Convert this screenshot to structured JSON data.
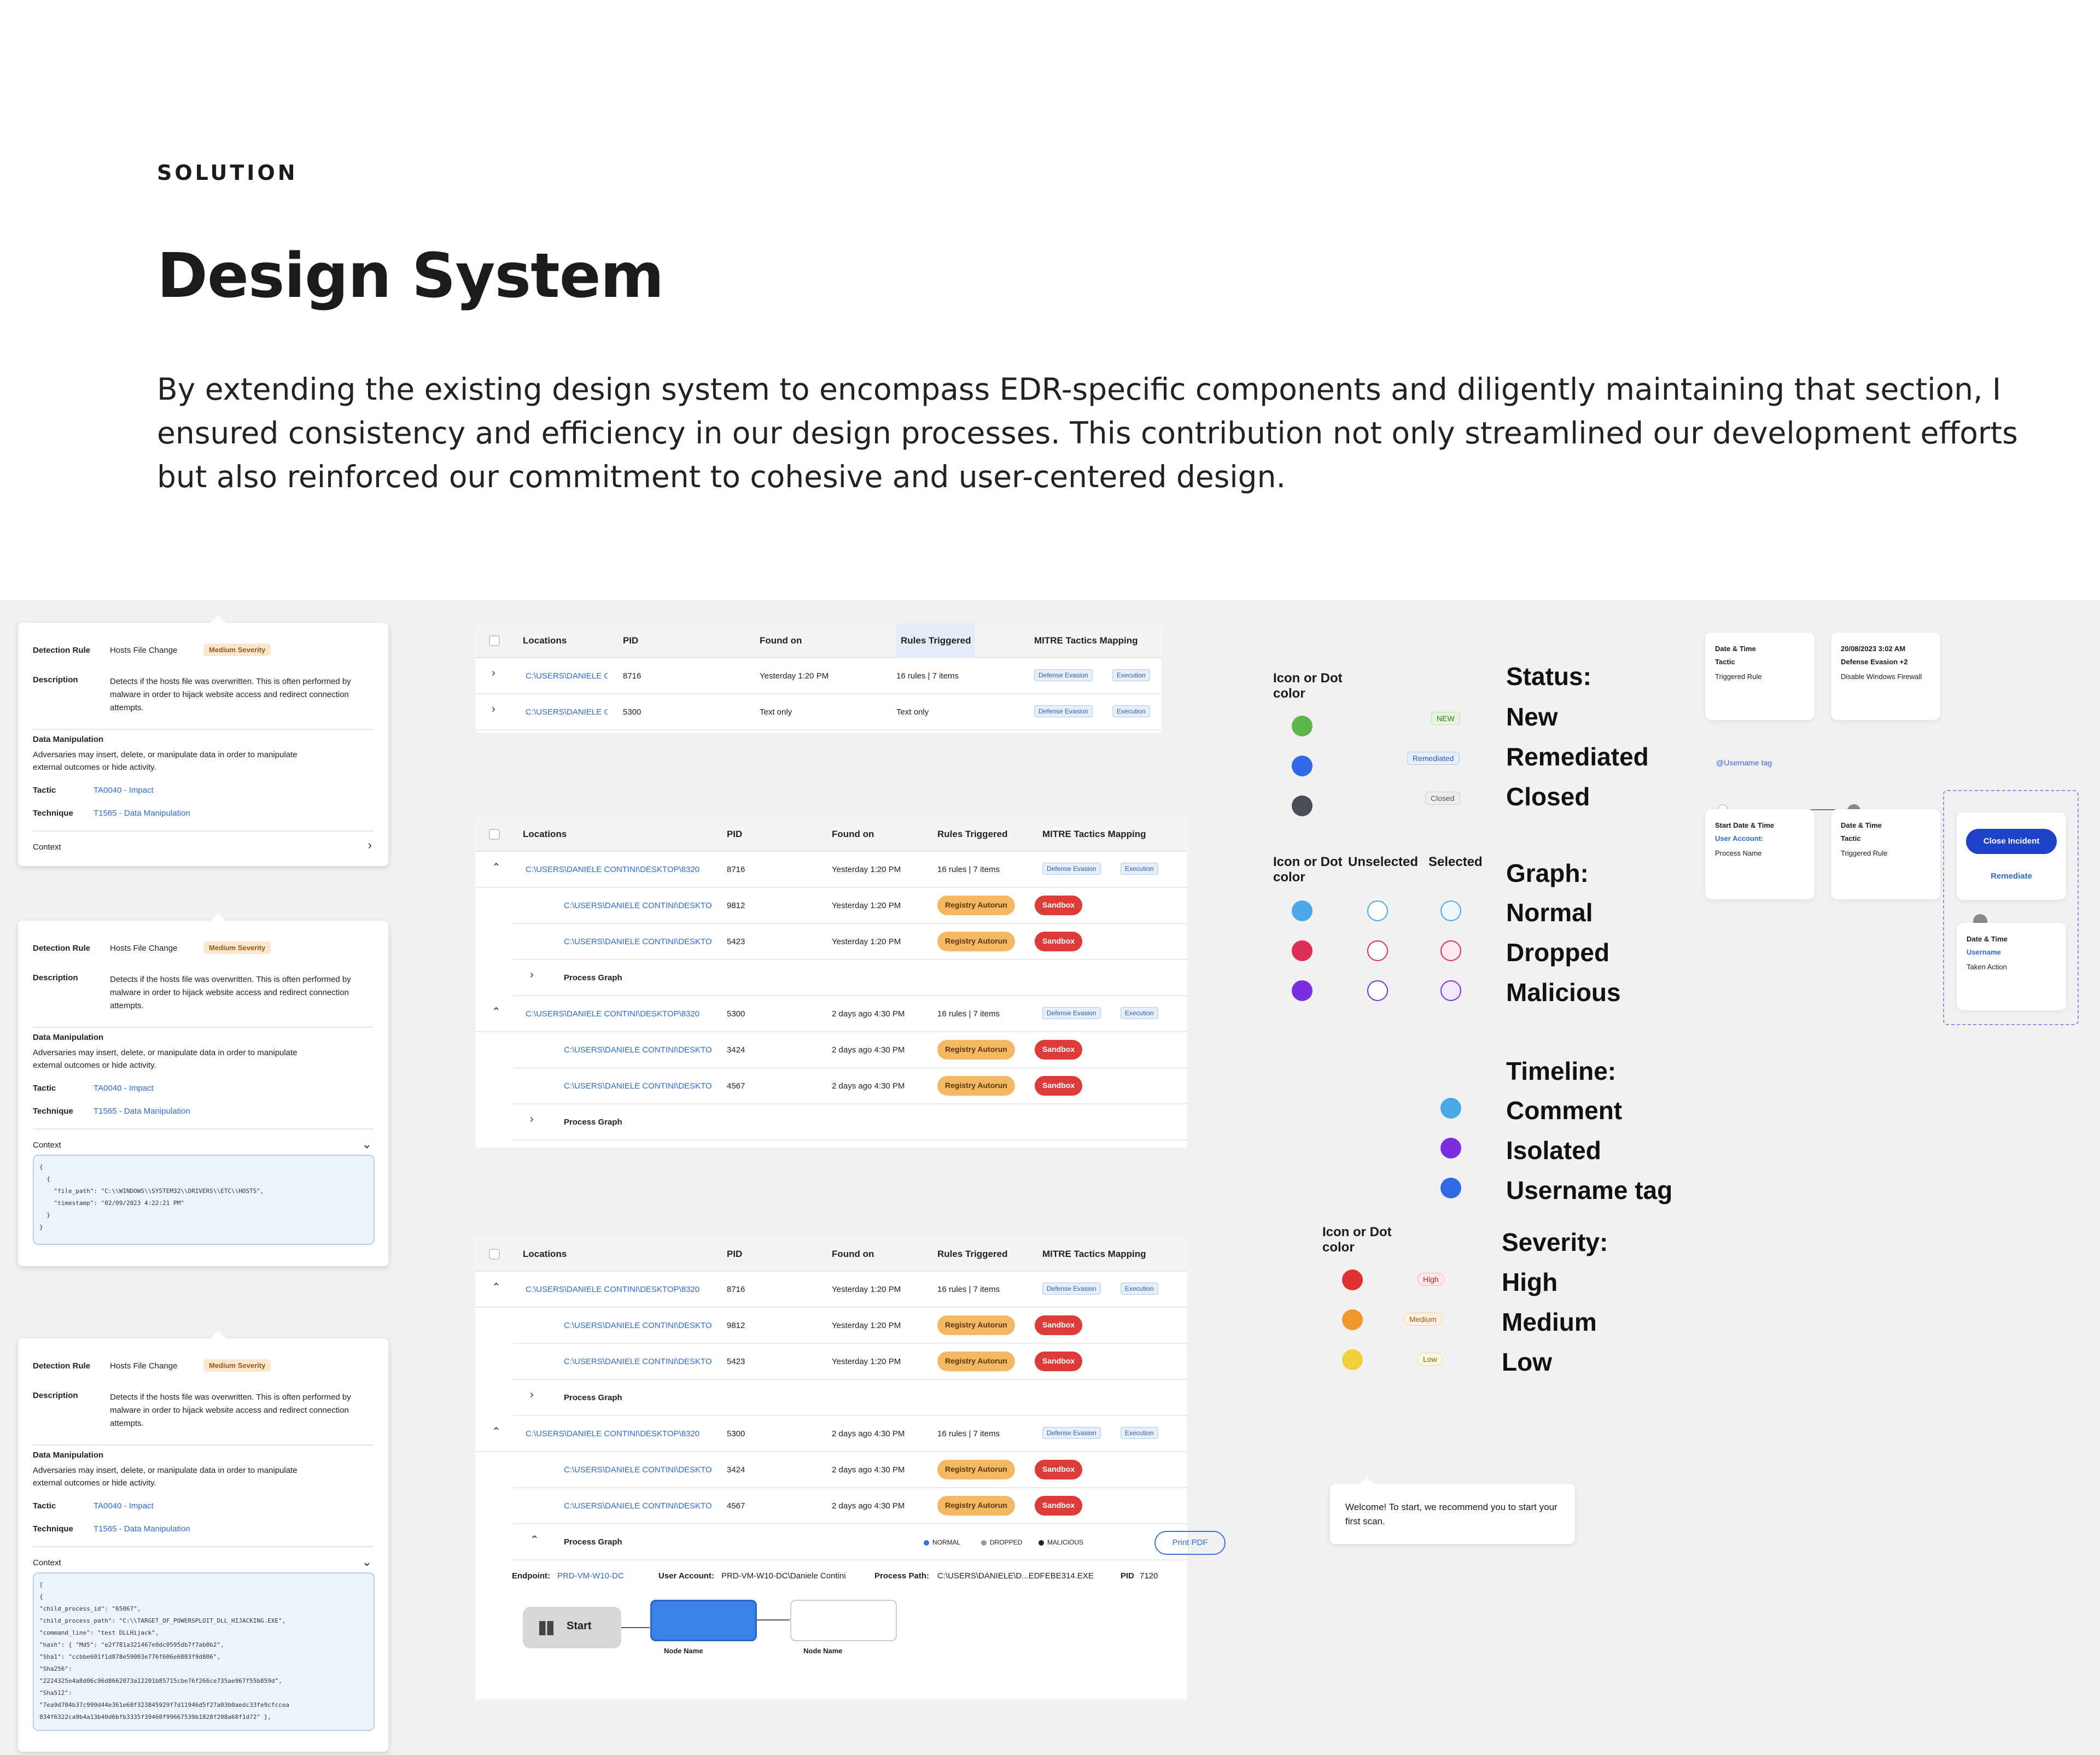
{
  "header": {
    "eyebrow": "SOLUTION",
    "title": "Design System",
    "lead": "By extending the existing design system to encompass EDR-specific components and diligently maintaining that section, I ensured consistency and efficiency in our design processes. This contribution not only streamlined our development efforts but also reinforced our commitment to cohesive and user-centered design."
  },
  "card": {
    "rule_label": "Detection Rule",
    "rule_value": "Hosts File Change",
    "severity": "Medium Severity",
    "desc_label": "Description",
    "desc": "Detects if the hosts file was overwritten. This is often performed by malware in order to hijack website access and redirect connection attempts.",
    "dm_title": "Data Manipulation",
    "dm_text": "Adversaries may insert, delete, or manipulate data in order to manipulate external outcomes or hide activity.",
    "tactic_label": "Tactic",
    "tactic": "TA0040 - Impact",
    "technique_label": "Technique",
    "technique": "T1565 - Data Manipulation",
    "context_label": "Context"
  },
  "code1": "{\n  {\n    \"file_path\": \"C:\\\\WINDOWS\\\\SYSTEM32\\\\DRIVERS\\\\ETC\\\\HOSTS\",\n    \"timestamp\": \"02/09/2023 4:22:21 PM\"\n  }\n}",
  "code2": "[\n{\n\"child_process_id\": \"65067\",\n\"child_process_path\": \"C:\\\\TARGET_OF_POWERSPLOIT_DLL_HIJACKING.EXE\",\n\"command_line\": \"test DLLHijack\",\n\"hash\": { \"Md5\": \"e2f781a321467e0dc0595db7f7ab0b2\",\n\"Sha1\": \"ccbbe601f1d878e59003e776f606e6803f9d806\",\n\"Sha256\":\n\"2224325e4a8d06c96d8662073a12201b85715cbe76f266ce735ae967f55b859d\",\n\"Sha512\":\n\"7ea9d704b37c999d44e361e68f323845929f7d11946d5f27a03b0aedc33fe9cfccea\n834f6322ca9b4a13b40d6bfb3335f39460f99667539b1828f208a68f1d72\" },",
  "table": {
    "headers": {
      "loc": "Locations",
      "pid": "PID",
      "found": "Found on",
      "rules": "Rules Triggered",
      "mitre": "MITRE Tactics Mapping"
    },
    "t1rows": [
      {
        "loc": "C:\\USERS\\DANIELE C",
        "pid": "8716",
        "found": "Yesterday 1:20 PM",
        "rules": "16 rules | 7 items"
      },
      {
        "loc": "C:\\USERS\\DANIELE C",
        "pid": "5300",
        "found": "Text only",
        "rules": "Text only"
      }
    ],
    "tag1": "Defense Evasion",
    "tag2": "Execution",
    "parent1": {
      "loc": "C:\\USERS\\DANIELE CONTINI\\DESKTOP\\8320",
      "pid": "8716",
      "found": "Yesterday 1:20 PM",
      "rules": "16 rules | 7 items"
    },
    "children1": [
      {
        "loc": "C:\\USERS\\DANIELE CONTINI\\DESKTO",
        "pid": "9812",
        "found": "Yesterday 1:20 PM"
      },
      {
        "loc": "C:\\USERS\\DANIELE CONTINI\\DESKTO",
        "pid": "5423",
        "found": "Yesterday 1:20 PM"
      }
    ],
    "parent2": {
      "loc": "C:\\USERS\\DANIELE CONTINI\\DESKTOP\\8320",
      "pid": "5300",
      "found": "2 days ago 4:30 PM",
      "rules": "16 rules | 7 items"
    },
    "children2": [
      {
        "loc": "C:\\USERS\\DANIELE CONTINI\\DESKTO",
        "pid": "3424",
        "found": "2 days ago 4:30 PM"
      },
      {
        "loc": "C:\\USERS\\DANIELE CONTINI\\DESKTO",
        "pid": "4567",
        "found": "2 days ago 4:30 PM"
      }
    ],
    "pill_autorun": "Registry Autorun",
    "pill_sandbox": "Sandbox",
    "process_graph": "Process Graph"
  },
  "graph": {
    "legend": [
      "NORMAL",
      "DROPPED",
      "MALICIOUS"
    ],
    "print": "Print PDF",
    "endpoint_label": "Endpoint:",
    "endpoint": "PRD-VM-W10-DC",
    "user_label": "User Account:",
    "user": "PRD-VM-W10-DC\\Daniele Contini",
    "path_label": "Process Path:",
    "path": "C:\\USERS\\DANIELE\\D...EDFEBE314.EXE",
    "pid_label": "PID",
    "pid": "7120",
    "start": "Start",
    "node_name": "Node Name"
  },
  "legend": {
    "icon_dot": "Icon or Dot color",
    "unselected": "Unselected",
    "selected": "Selected",
    "status_title": "Status:",
    "status": [
      "New",
      "Remediated",
      "Closed"
    ],
    "status_chips": [
      "NEW",
      "Remediated",
      "Closed"
    ],
    "graph_title": "Graph:",
    "graph": [
      "Normal",
      "Dropped",
      "Malicious"
    ],
    "timeline_title": "Timeline:",
    "timeline": [
      "Comment",
      "Isolated",
      "Username tag"
    ],
    "severity_title": "Severity:",
    "severity": [
      "High",
      "Medium",
      "Low"
    ],
    "severity_chips": [
      "High",
      "Medium",
      "Low"
    ],
    "colors": {
      "new": "#5cb64a",
      "remediated": "#2f6ae4",
      "closed": "#4a4d55",
      "normal": "#4aa8e8",
      "dropped": "#de2e55",
      "malicious": "#7b2ee0",
      "high": "#de3130",
      "medium": "#f0962e",
      "low": "#f2cf3a"
    }
  },
  "timeline": {
    "c1": {
      "a": "Date & Time",
      "b": "Tactic",
      "c": "Triggered Rule"
    },
    "c2": {
      "a": "20/08/2023 3:02 AM",
      "b": "Defense Evasion +2",
      "c": "Disable Windows Firewall"
    },
    "tag": "@Username tag",
    "c3": {
      "a": "Start Date & Time",
      "b": "User Account:",
      "c": "Process Name"
    },
    "c4": {
      "a": "Date & Time",
      "b": "Tactic",
      "c": "Triggered Rule"
    },
    "close": "Close Incident",
    "remediate": "Remediate",
    "c5": {
      "a": "Date & Time",
      "b": "Username",
      "c": "Taken Action"
    }
  },
  "toast": "Welcome! To start, we recommend you to start your first scan."
}
